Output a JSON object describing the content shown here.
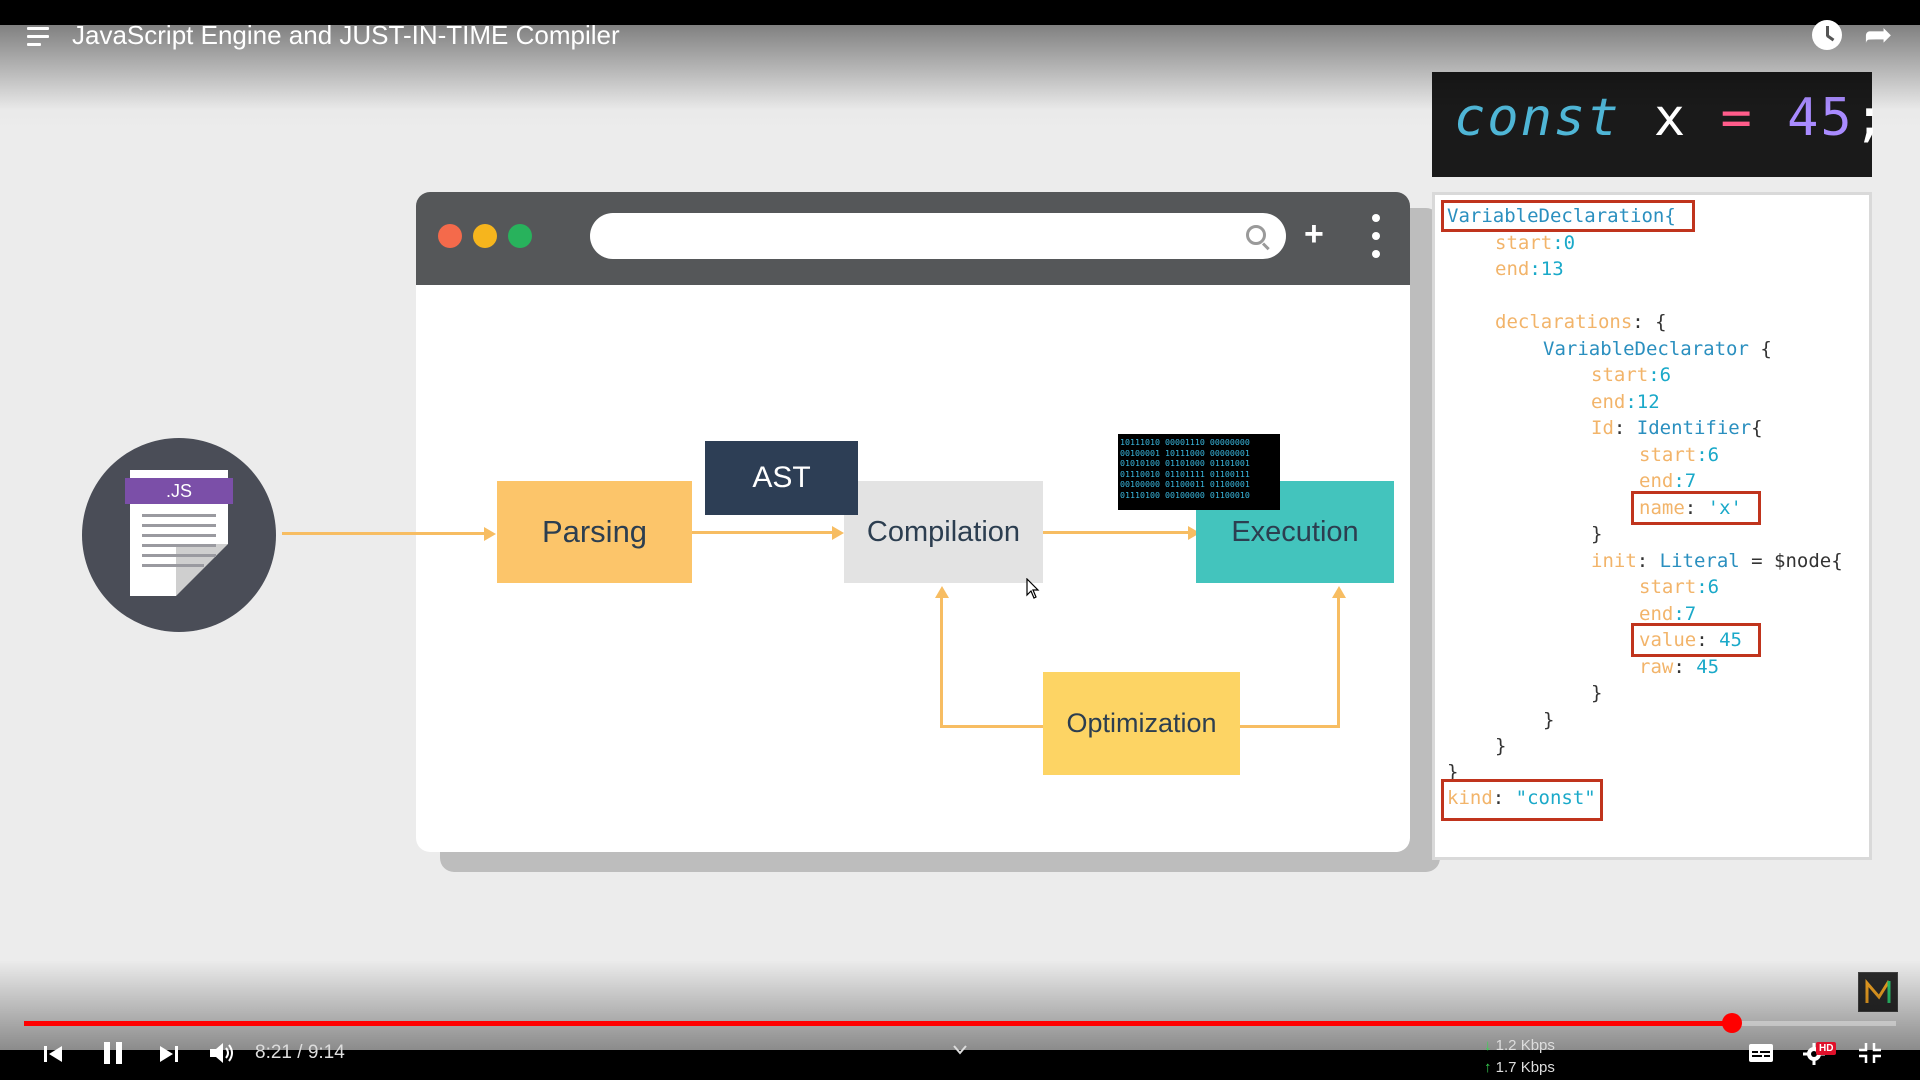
{
  "video": {
    "title": "JavaScript Engine and JUST-IN-TIME Compiler",
    "time_display": "8:21 / 9:14",
    "progress_fraction": 0.9126,
    "download_rate": "1.2 Kbps",
    "upload_rate": "1.7 Kbps",
    "quality_badge": "HD",
    "accent_color": "#ff0000"
  },
  "code_snippet": {
    "keyword": "const",
    "identifier": "x",
    "operator": "=",
    "value": "45",
    "terminator": ";"
  },
  "ast": {
    "lines": [
      [
        "VariableDeclaration{"
      ],
      [
        "start",
        ":0"
      ],
      [
        "end",
        ":13"
      ],
      [
        "declarations",
        ": {"
      ],
      [
        "VariableDeclarator",
        " {"
      ],
      [
        "start",
        ":6"
      ],
      [
        "end",
        ":12"
      ],
      [
        "Id",
        ": ",
        "Identifier",
        "{"
      ],
      [
        "start",
        ":6"
      ],
      [
        "end",
        ":7"
      ],
      [
        "name",
        ": ",
        "'x'"
      ],
      [
        "}"
      ],
      [
        "init",
        ": ",
        "Literal",
        " = $node{"
      ],
      [
        "start",
        ":6"
      ],
      [
        "end",
        ":7"
      ],
      [
        "value",
        ": ",
        "45"
      ],
      [
        "raw",
        ": ",
        "45"
      ],
      [
        "}"
      ],
      [
        "}"
      ],
      [
        "}"
      ],
      [
        "}"
      ],
      [
        "kind",
        ": ",
        "\"const\""
      ]
    ]
  },
  "diagram": {
    "js_file_label": ".JS",
    "ast_label": "AST",
    "parsing_label": "Parsing",
    "compilation_label": "Compilation",
    "execution_label": "Execution",
    "optimization_label": "Optimization",
    "binary_text": "10111010 00001110 00000000\n00100001 10111000 00000001\n01010100 01101000 01101001\n01110010 01101111 01100111\n00100000 01100011 01100001\n01110100 00100000 01100010",
    "colors": {
      "parsing": "#fcc56a",
      "ast": "#2d3e55",
      "compilation": "#e3e3e3",
      "execution": "#43c4bd",
      "optimization": "#fdd464",
      "arrow": "#f7bd62",
      "browser_bar": "#555759",
      "dot_red": "#f46a4b",
      "dot_yellow": "#f6b51d",
      "dot_green": "#28b25c"
    }
  }
}
